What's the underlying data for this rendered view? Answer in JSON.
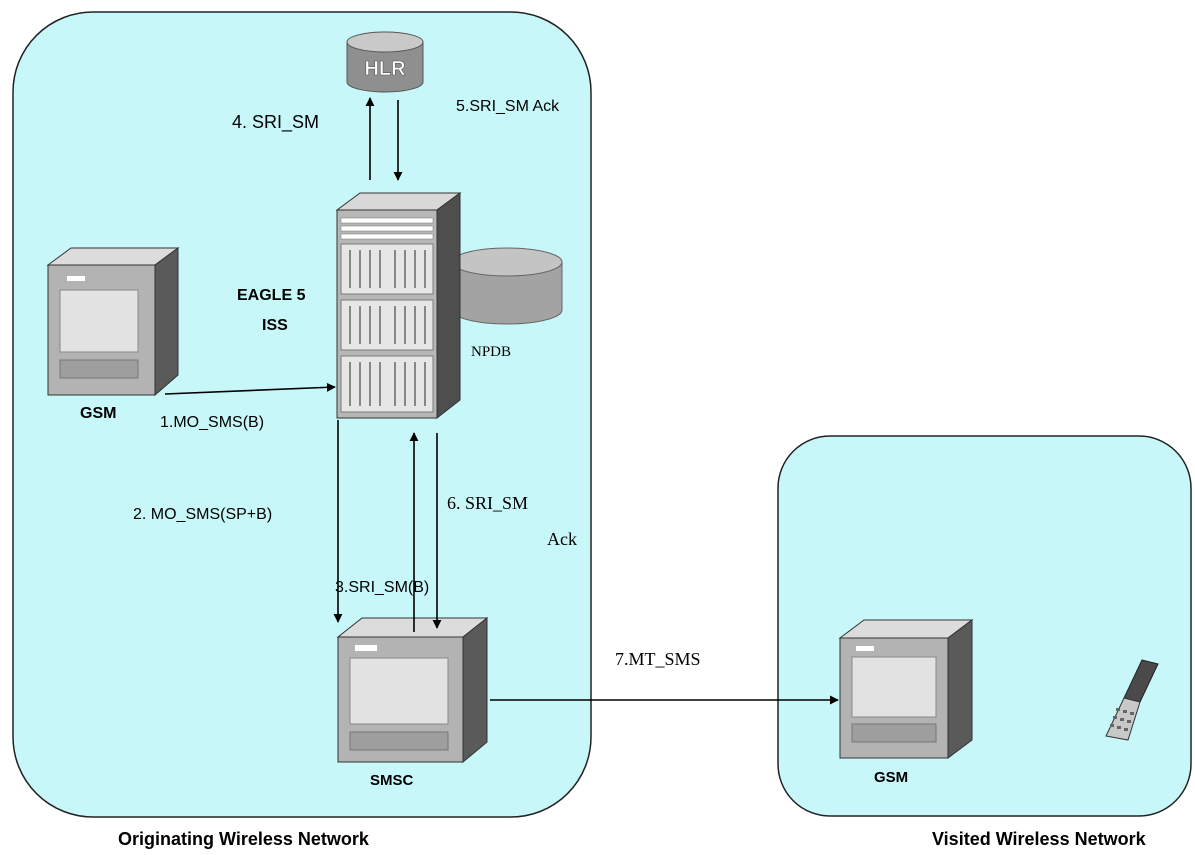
{
  "networks": {
    "originating": "Originating Wireless Network",
    "visited": "Visited Wireless Network"
  },
  "nodes": {
    "hlr": "HLR",
    "eagle_line1": "EAGLE 5",
    "eagle_line2": "ISS",
    "npdb": "NPDB",
    "gsm_origin": "GSM",
    "smsc": "SMSC",
    "gsm_visited": "GSM"
  },
  "messages": {
    "m1": "1.MO_SMS(B)",
    "m2": "2. MO_SMS(SP+B)",
    "m3": "3.SRI_SM(B)",
    "m4": "4. SRI_SM",
    "m5": "5.SRI_SM Ack",
    "m6_line1": "6. SRI_SM",
    "m6_line2": "Ack",
    "m7": "7.MT_SMS"
  },
  "colors": {
    "network_fill": "#c7f7f9",
    "server_face": "#b2b2b2",
    "server_side": "#5c5c5c",
    "screen": "#e2e2e2",
    "database": "#a8a8a8",
    "line": "#000000"
  },
  "icons": {
    "hlr": "database-icon",
    "npdb": "database-icon",
    "eagle": "rack-server-icon",
    "gsm": "server-icon",
    "smsc": "server-icon",
    "phone": "mobile-phone-icon"
  }
}
